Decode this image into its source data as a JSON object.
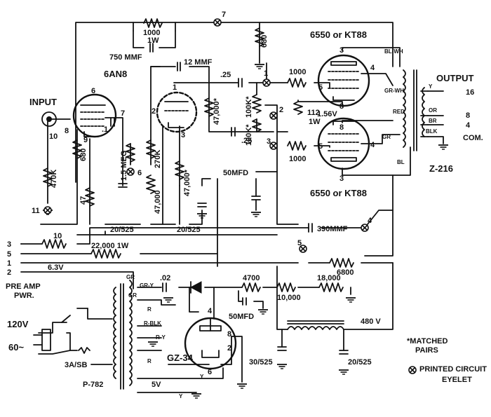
{
  "tubes": {
    "v1": "6AN8",
    "output_a": "6550 or KT88",
    "output_b": "6550 or KT88",
    "rectifier": "GZ-34"
  },
  "resistors": {
    "r_1000_top": "1000",
    "r_1w_top": "1W",
    "r_680_top": "680",
    "r_1000_grid_a": "1000",
    "r_1000_grid_b": "1000",
    "r_112": "112",
    "r_1w_112": "1W",
    "r_470k": "470K",
    "r_680_left": "680",
    "r_47": "47",
    "r_15meg": "1.5 MEG",
    "r_270k": "270K",
    "r_47000_a": "47,000",
    "r_47000_b": "47,000*",
    "r_47000_c": "47,000*",
    "r_100k_a": "100K*",
    "r_100k_b": "100K*",
    "r_10": "10",
    "r_22000": "22,000 1W",
    "r_6800": "6800",
    "r_4700": "4700",
    "r_10000": "10,000",
    "r_18000": "18,000"
  },
  "capacitors": {
    "c_750": "750 MMF",
    "c_12": "12 MMF",
    "c_025_a": ".25",
    "c_025_b": ".25",
    "c_01": ".1",
    "c_20_525_a": "20/525",
    "c_20_525_b": "20/525",
    "c_50mfd_a": "50MFD",
    "c_390": "390MMF",
    "c_02": ".02",
    "c_50mfd_b": "50MFD",
    "c_30_525": "30/525",
    "c_20_525_c": "20/525"
  },
  "labels": {
    "input": "INPUT",
    "output": "OUTPUT",
    "tap_16": "16",
    "tap_8": "8",
    "tap_4": "4",
    "tap_com": "COM.",
    "transformer_out": "Z-216",
    "transformer_power": "P-782",
    "voltage_156": "1.56V",
    "voltage_480": "480 V",
    "heater": "6.3V",
    "preamp": "PRE AMP",
    "pwr": "PWR.",
    "line_120": "120V",
    "line_60": "60~",
    "fuse": "3A/SB",
    "v5": "5V",
    "matched": "*MATCHED",
    "pairs": "PAIRS",
    "eyelet_line1": "PRINTED CIRCUIT",
    "eyelet_line2": "EYELET",
    "wire_bl_wh": "BL-WH",
    "wire_gr_wh": "GR-WH",
    "wire_red": "RED",
    "wire_gr": "GR",
    "wire_bl": "BL",
    "wire_y": "Y",
    "wire_or": "OR",
    "wire_br": "BR",
    "wire_blk": "BLK",
    "wire_gr_p": "GR",
    "wire_gry": "GR-Y",
    "wire_gr2": "GR",
    "wire_r": "R",
    "wire_rblk": "R-BLK",
    "wire_ry": "R-Y",
    "wire_r2": "R",
    "wire_y2": "Y",
    "wire_y3": "Y",
    "pin_3": "3",
    "pin_5": "5",
    "pin_1": "1",
    "pin_2": "2"
  },
  "pins": {
    "p6": "6",
    "p8": "8",
    "p9": "9",
    "p7": "7",
    "p1": "1",
    "p2": "2",
    "p3": "3",
    "pa3": "3",
    "pa4": "4",
    "pa5": "5",
    "pa8": "8",
    "pb8": "8",
    "pb5": "5",
    "pb4": "4",
    "pb3": "3",
    "pr4": "4",
    "pr8": "8",
    "pr2": "2",
    "pr6": "6"
  },
  "eyelets": {
    "e1": "1",
    "e2": "2",
    "e3": "3",
    "e4": "4",
    "e5": "5",
    "e6": "6",
    "e7": "7",
    "e10": "10",
    "e11": "11"
  }
}
